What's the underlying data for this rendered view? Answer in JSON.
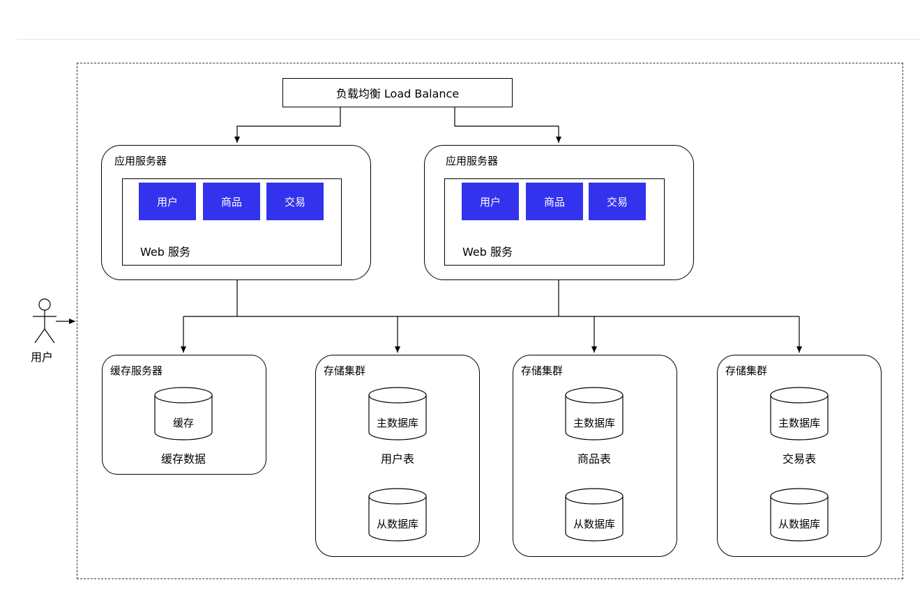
{
  "load_balancer": {
    "label": "负载均衡 Load Balance"
  },
  "app_servers": [
    {
      "title": "应用服务器",
      "modules": [
        "用户",
        "商品",
        "交易"
      ],
      "web_label": "Web 服务"
    },
    {
      "title": "应用服务器",
      "modules": [
        "用户",
        "商品",
        "交易"
      ],
      "web_label": "Web 服务"
    }
  ],
  "cache_server": {
    "title": "缓存服务器",
    "db_label": "缓存",
    "caption": "缓存数据"
  },
  "storage_clusters": [
    {
      "title": "存储集群",
      "master": "主数据库",
      "table": "用户表",
      "slave": "从数据库"
    },
    {
      "title": "存储集群",
      "master": "主数据库",
      "table": "商品表",
      "slave": "从数据库"
    },
    {
      "title": "存储集群",
      "master": "主数据库",
      "table": "交易表",
      "slave": "从数据库"
    }
  ],
  "actor": {
    "label": "用户"
  },
  "colors": {
    "module_fill": "#3333ee",
    "stroke": "#000000"
  }
}
